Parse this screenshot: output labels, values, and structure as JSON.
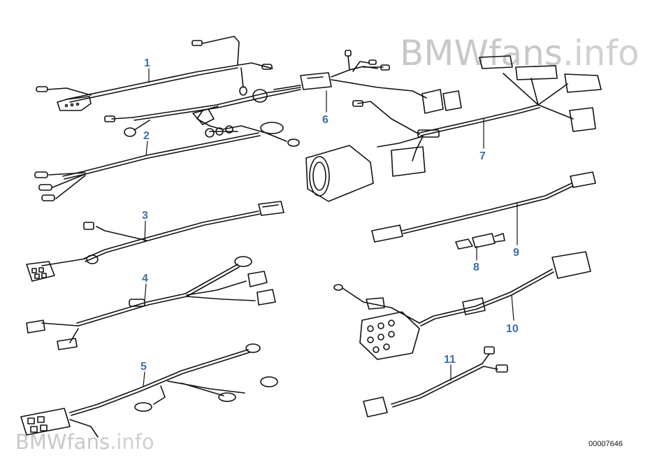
{
  "diagram": {
    "callouts": [
      "1",
      "2",
      "3",
      "4",
      "5",
      "6",
      "7",
      "8",
      "9",
      "10",
      "11"
    ],
    "drawing_number": "00007646"
  },
  "watermark": {
    "top": {
      "brand": "BMWfans",
      "suffix": ".info"
    },
    "bottom": {
      "brand": "BMWfans",
      "suffix": ".info"
    },
    "colors": {
      "brand": "#c8c8c8",
      "suffix": "#d0d0d0"
    }
  },
  "colors": {
    "callout": "#3d6fa8",
    "line": "#111111"
  }
}
